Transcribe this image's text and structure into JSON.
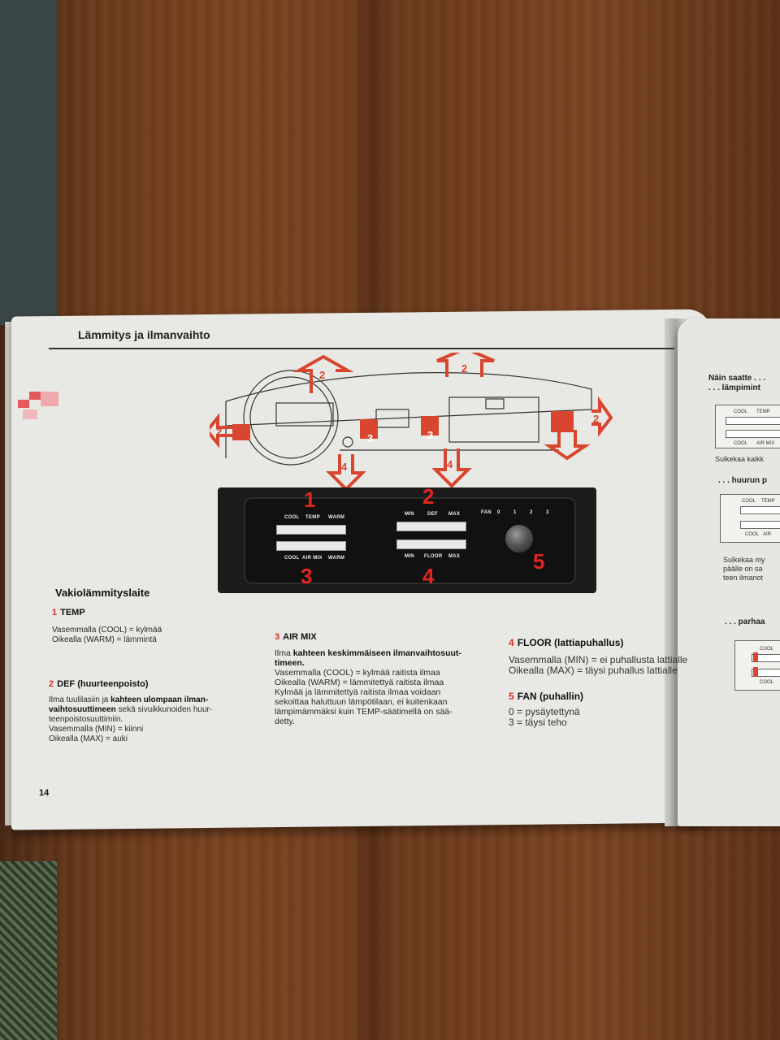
{
  "header": {
    "title": "Lämmitys ja ilmanvaihto"
  },
  "section": {
    "title": "Vakiolämmityslaite"
  },
  "panel_labels": {
    "temp_row": [
      "COOL",
      "TEMP",
      "WARM"
    ],
    "airmix_row": [
      "COOL",
      "AIR MIX",
      "WARM"
    ],
    "def_row": [
      "MIN",
      "DEF",
      "MAX"
    ],
    "floor_row": [
      "MIN",
      "FLOOR",
      "MAX"
    ],
    "fan_row": [
      "FAN",
      "0",
      "1",
      "2",
      "3"
    ]
  },
  "callouts": [
    "1",
    "2",
    "3",
    "4",
    "5"
  ],
  "arrows": [
    "2",
    "2",
    "2",
    "2",
    "3",
    "3",
    "4",
    "4"
  ],
  "items": [
    {
      "num": "1",
      "title": "TEMP",
      "lines": [
        "Vasemmalla (COOL) = kylmää",
        "Oikealla (WARM) = lämmintä"
      ]
    },
    {
      "num": "2",
      "title": "DEF",
      "subtitle": "(huurteenpoisto)",
      "lines": [
        "Ilma tuulilasiin ja",
        "kahteen ulompaan ilman-",
        "vaihtosuuttimeen",
        "sekä sivuikkunoiden huur-",
        "teenpoistosuuttimiin.",
        "Vasemmalla (MIN) = kiinni",
        "Oikealla (MAX) = auki"
      ]
    },
    {
      "num": "3",
      "title": "AIR MIX",
      "lines": [
        "Ilma",
        "kahteen keskimmäiseen ilmanvaihtosuut-",
        "timeen.",
        "Vasemmalla (COOL) = kylmää raitista ilmaa",
        "Oikealla (WARM) = lämmitettyä raitista ilmaa",
        "Kylmää ja lämmitettyä raitista ilmaa voidaan",
        "sekoittaa haluttuun lämpötilaan, ei kuitenkaan",
        "lämpimämmäksi kuin TEMP-säätimellä on sää-",
        "detty."
      ]
    },
    {
      "num": "4",
      "title": "FLOOR",
      "subtitle": "(lattiapuhallus)",
      "lines": [
        "Vasemmalla (MIN) = ei puhallusta lattialle",
        "Oikealla (MAX) = täysi puhallus lattialle"
      ]
    },
    {
      "num": "5",
      "title": "FAN",
      "subtitle": "(puhallin)",
      "lines": [
        "0 = pysäytettynä",
        "3 = täysi teho"
      ]
    }
  ],
  "page_number": "14",
  "right_page": {
    "title": "Näin saatte . . .",
    "title2": ". . . lämpimint",
    "mini1": [
      "COOL",
      "TEMP",
      "COOL",
      "AIR MIX"
    ],
    "text1": "Sulkekaa kaikk",
    "h2": ". . . huurun p",
    "mini2": [
      "COOL",
      "TEMP",
      "COOL",
      "AIR"
    ],
    "text2": [
      "Sulkekaa my",
      "päälle on sa",
      "teen ilmanot"
    ],
    "h3": ". . . parhaa",
    "mini3": [
      "COOL",
      "COOL"
    ]
  },
  "colors": {
    "accent_red": "#e0261e",
    "paper": "#e8e8e4",
    "wood": "#6b3a1c"
  }
}
